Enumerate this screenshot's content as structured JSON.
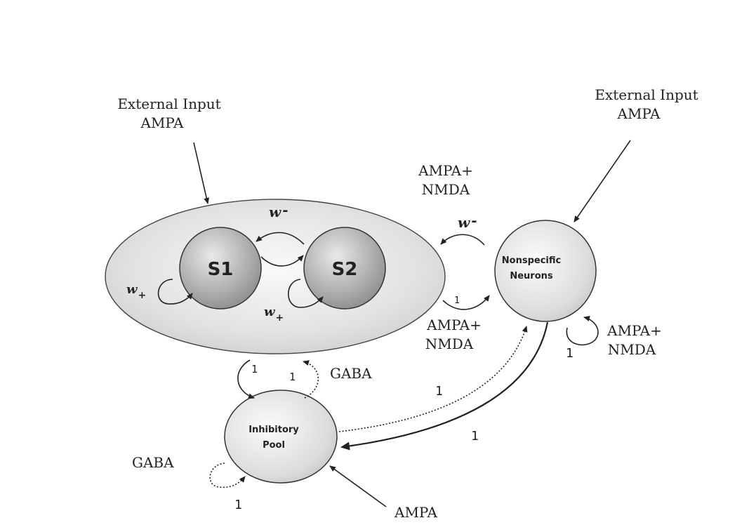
{
  "external_input_left": {
    "line1": "External Input",
    "line2": "AMPA"
  },
  "external_input_right": {
    "line1": "External Input",
    "line2": "AMPA"
  },
  "populations": {
    "s1": "S1",
    "s2": "S2",
    "nonspecific": {
      "line1": "Nonspecific",
      "line2": "Neurons"
    },
    "inhibitory": {
      "line1": "Inhibitory",
      "line2": "Pool"
    }
  },
  "weights": {
    "w_minus_s": "w",
    "w_minus_sup": "-",
    "w_plus_s1": "w",
    "w_plus_s1_sub": "+",
    "w_plus_s2": "w",
    "w_plus_s2_sub": "+",
    "w_minus_ns": "w",
    "w_minus_ns_sup": "-"
  },
  "synapses": {
    "ampa_nmda_top": {
      "line1": "AMPA+",
      "line2": "NMDA"
    },
    "ampa_nmda_mid": {
      "line1": "AMPA+",
      "line2": "NMDA"
    },
    "ampa_nmda_self": {
      "line1": "AMPA+",
      "line2": "NMDA"
    },
    "gaba_upper": "GABA",
    "gaba_self": "GABA",
    "ampa_bottom": "AMPA"
  },
  "ones": {
    "ns_in": "1",
    "ns_self": "1",
    "to_inhib": "1",
    "from_inhib": "1",
    "inhib_to_ns": "1",
    "ns_to_inhib": "1",
    "inhib_self": "1"
  }
}
